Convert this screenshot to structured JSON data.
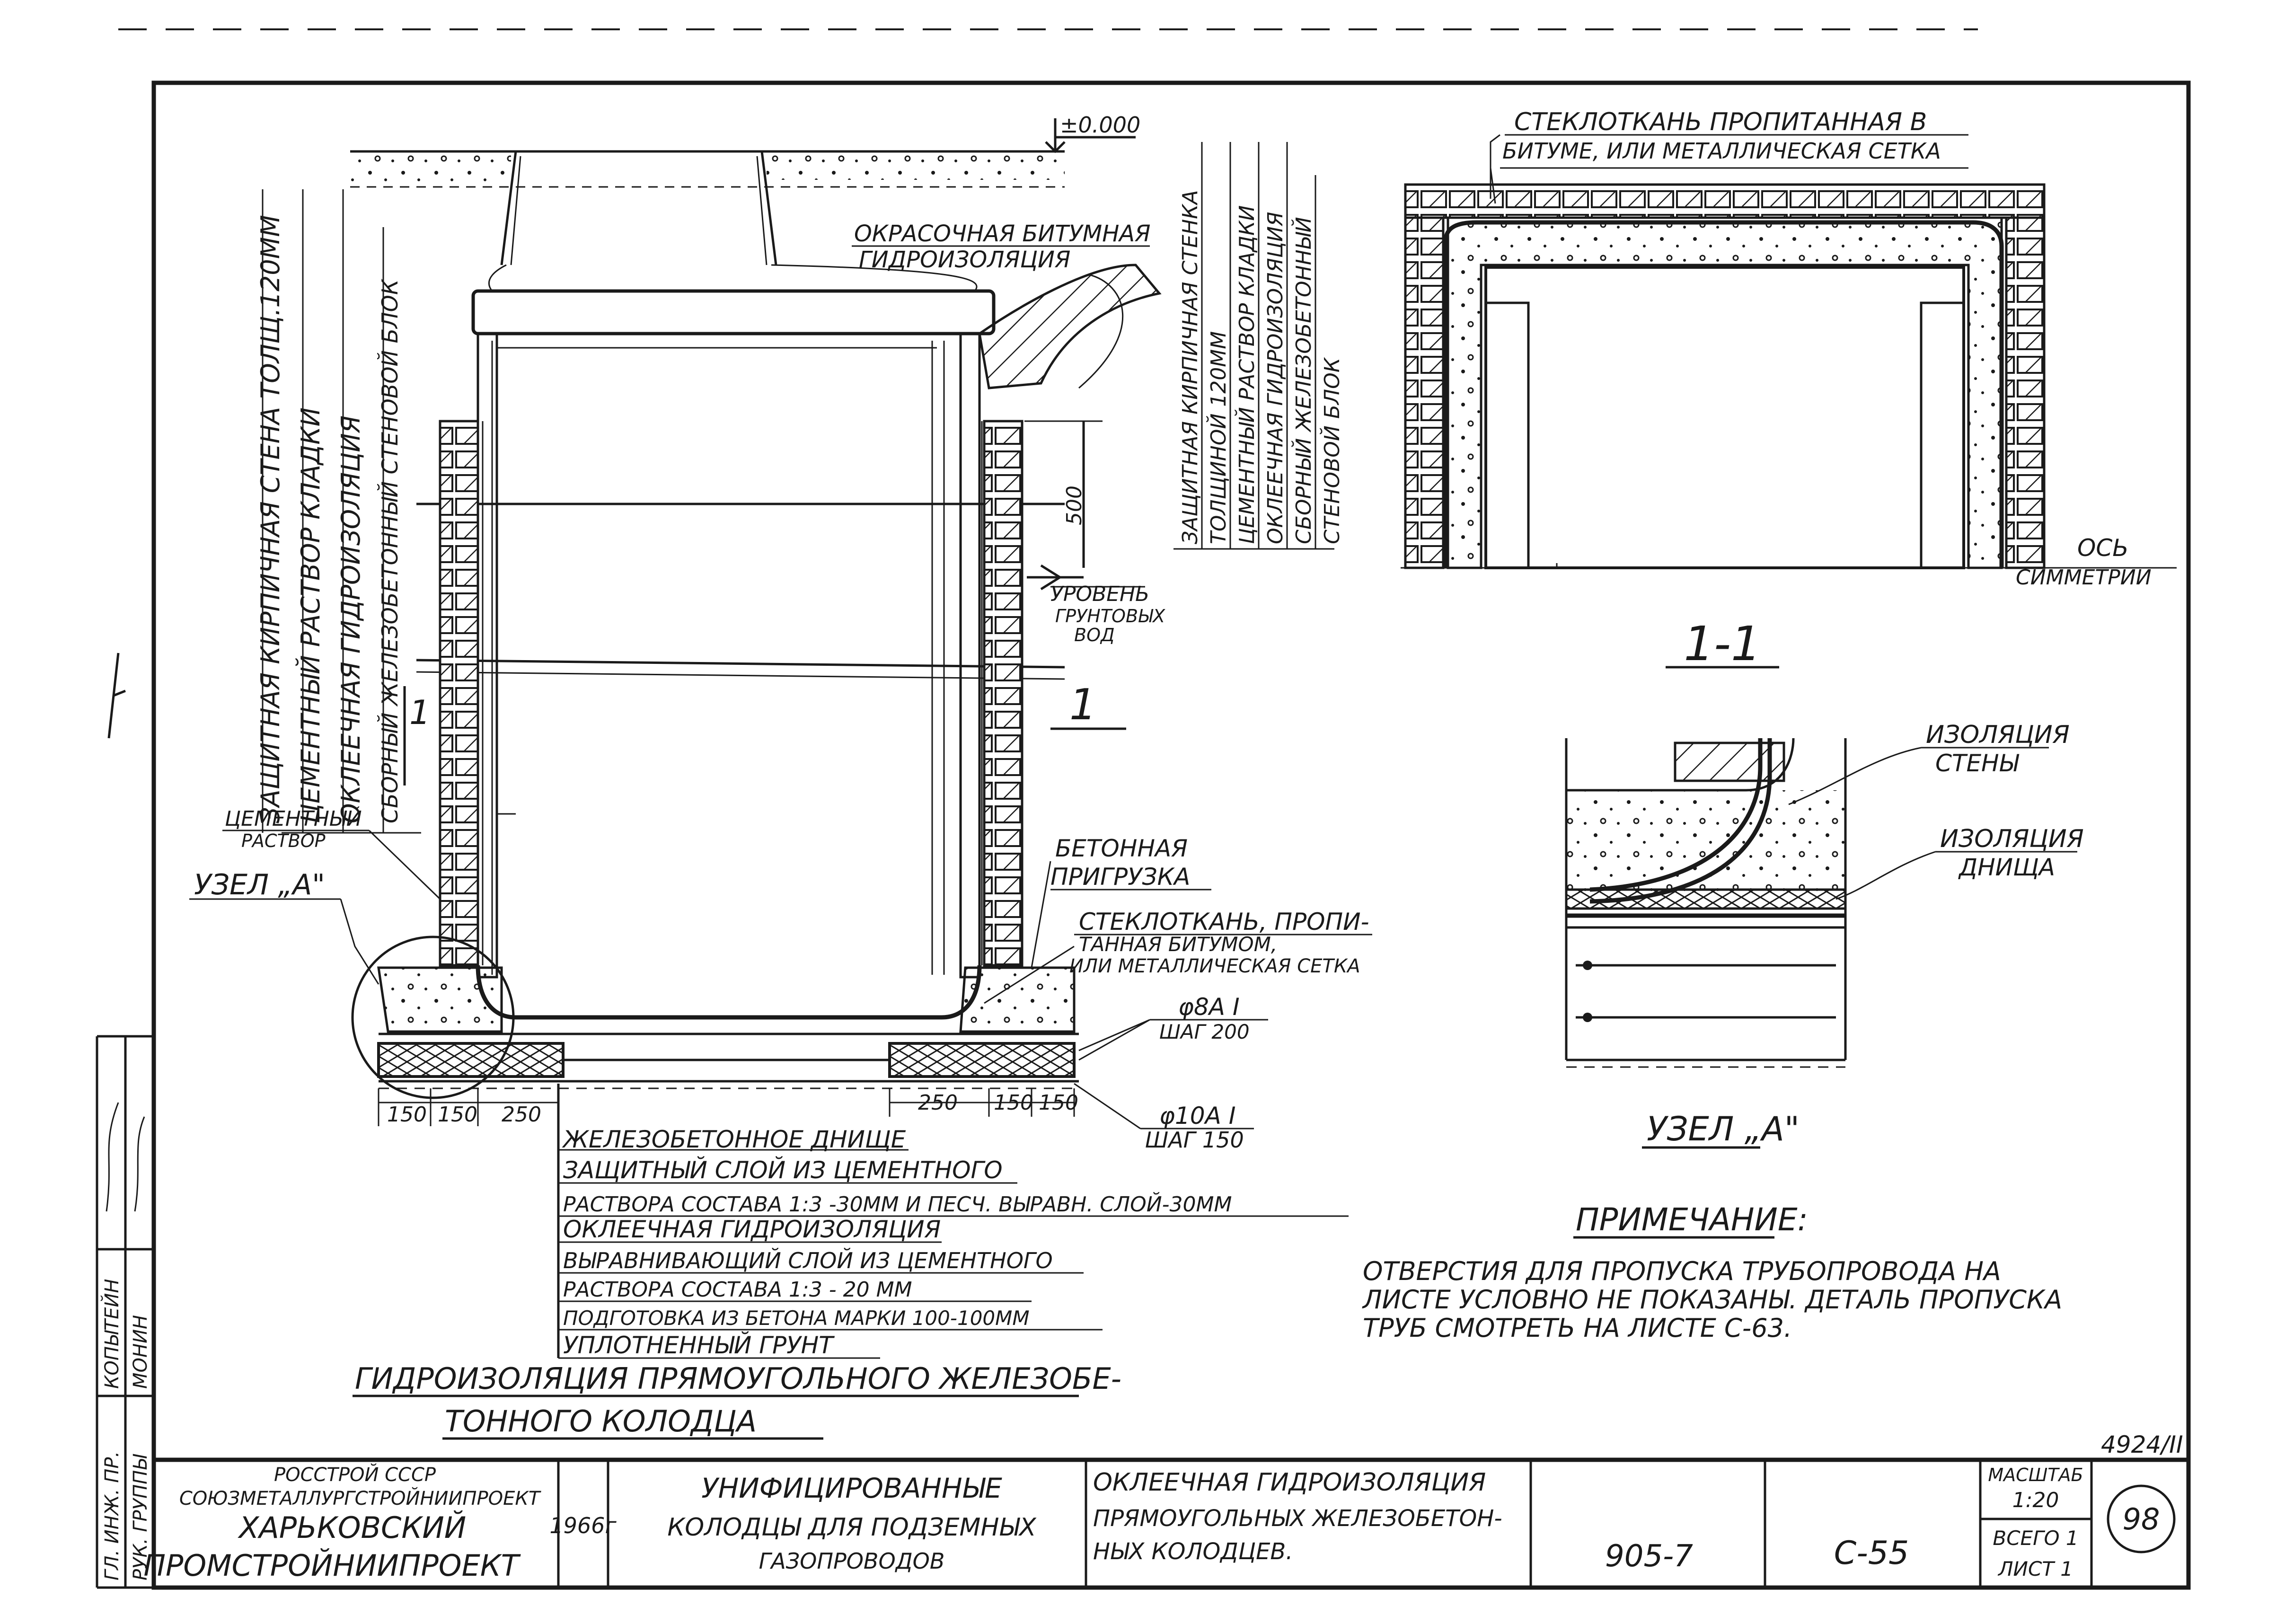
{
  "drawing": {
    "top_level_mark": "±0.000",
    "main_view_caption": "1",
    "section_mark": "1",
    "section_title": "1-1",
    "dimension_500": "500",
    "groundwater": [
      "УРОВЕНЬ",
      "ГРУНТОВЫХ",
      "ВОД"
    ],
    "bitumen_label": [
      "ОКРАСОЧНАЯ БИТУМНАЯ",
      "ГИДРОИЗОЛЯЦИЯ"
    ],
    "left_wall_layers": [
      "ЗАЩИТНАЯ КИРПИЧНАЯ СТЕНА ТОЛЩ.120ММ",
      "ЦЕМЕНТНЫЙ РАСТВОР КЛАДКИ",
      "ОКЛЕЕЧНАЯ ГИДРОИЗОЛЯЦИЯ",
      "СБОРНЫЙ ЖЕЛЕЗОБЕТОННЫЙ СТЕНОВОЙ БЛОК"
    ],
    "right_wall_layers": [
      "ЗАЩИТНАЯ КИРПИЧНАЯ СТЕНКА",
      "ТОЛЩИНОЙ 120ММ",
      "ЦЕМЕНТНЫЙ РАСТВОР КЛАДКИ",
      "ОКЛЕЕЧНАЯ ГИДРОИЗОЛЯЦИЯ",
      "СБОРНЫЙ ЖЕЛЕЗОБЕТОННЫЙ",
      "СТЕНОВОЙ БЛОК"
    ],
    "cement_mortar": [
      "ЦЕМЕНТНЫЙ",
      "РАСТВОР"
    ],
    "node_a": "УЗЕЛ „А\"",
    "concrete_load": [
      "БЕТОННАЯ",
      "ПРИГРУЗКА"
    ],
    "fiberglass_main": [
      "СТЕКЛОТКАНЬ, ПРОПИ-",
      "ТАННАЯ БИТУМОМ,",
      "ИЛИ МЕТАЛЛИЧЕСКАЯ СЕТКА"
    ],
    "rebar_8": [
      "φ8А I",
      "ШАГ 200"
    ],
    "rebar_10": [
      "φ10А I",
      "ШАГ 150"
    ],
    "dims_left": [
      "150",
      "150",
      "250"
    ],
    "dims_right": [
      "250",
      "150",
      "150"
    ],
    "floor_layers": [
      "ЖЕЛЕЗОБЕТОННОЕ ДНИЩЕ",
      "ЗАЩИТНЫЙ СЛОЙ ИЗ ЦЕМЕНТНОГО",
      "РАСТВОРА СОСТАВА 1:3 -30ММ И ПЕСЧ. ВЫРАВН. СЛОЙ-30ММ",
      "ОКЛЕЕЧНАЯ ГИДРОИЗОЛЯЦИЯ",
      "ВЫРАВНИВАЮЩИЙ СЛОЙ ИЗ ЦЕМЕНТНОГО",
      "РАСТВОРА СОСТАВА 1:3 - 20 ММ",
      "ПОДГОТОВКА ИЗ БЕТОНА МАРКИ 100-100ММ",
      "УПЛОТНЕННЫЙ ГРУНТ"
    ],
    "main_title": [
      "ГИДРОИЗОЛЯЦИЯ ПРЯМОУГОЛЬНОГО ЖЕЛЕЗОБЕ-",
      "ТОННОГО КОЛОДЦА"
    ],
    "fiberglass_top": [
      "СТЕКЛОТКАНЬ ПРОПИТАННАЯ В",
      "БИТУМЕ, ИЛИ МЕТАЛЛИЧЕСКАЯ СЕТКА"
    ],
    "axis": [
      "ОСЬ",
      "СИММЕТРИИ"
    ],
    "node_wall": [
      "ИЗОЛЯЦИЯ",
      "СТЕНЫ"
    ],
    "node_floor": [
      "ИЗОЛЯЦИЯ",
      "ДНИЩА"
    ],
    "node_caption": "УЗЕЛ „А\"",
    "note_title": "ПРИМЕЧАНИЕ:",
    "note_lines": [
      "ОТВЕРСТИЯ ДЛЯ ПРОПУСКА ТРУБОПРОВОДА НА",
      "ЛИСТЕ УСЛОВНО НЕ ПОКАЗАНЫ. ДЕТАЛЬ ПРОПУСКА",
      "ТРУБ СМОТРЕТЬ НА ЛИСТЕ С-63."
    ],
    "sheet_code": "4924/II"
  },
  "side_stamp": {
    "roles": [
      "ГЛ. ИНЖ. ПР.",
      "РУК. ГРУППЫ"
    ],
    "names": [
      "КОПЫТЕЙН",
      "МОНИН"
    ]
  },
  "title_block": {
    "org": [
      "РОССТРОЙ СССР",
      "СОЮЗМЕТАЛЛУРГСТРОЙНИИПРОЕКТ",
      "ХАРЬКОВСКИЙ",
      "ПРОМСТРОЙНИИПРОЕКТ"
    ],
    "year": "1966г",
    "project": [
      "УНИФИЦИРОВАННЫЕ",
      "КОЛОДЦЫ ДЛЯ ПОДЗЕМНЫХ",
      "ГАЗОПРОВОДОВ"
    ],
    "sheet_title": [
      "ОКЛЕЕЧНАЯ ГИДРОИЗОЛЯЦИЯ",
      "ПРЯМОУГОЛЬНЫХ ЖЕЛЕЗОБЕТОН-",
      "НЫХ КОЛОДЦЕВ."
    ],
    "series": "905-7",
    "sheet_no": "С-55",
    "scale_label": "МАСШТАБ",
    "scale": "1:20",
    "total_label": "ВСЕГО 1",
    "list_label": "ЛИСТ 1",
    "page": "98"
  }
}
